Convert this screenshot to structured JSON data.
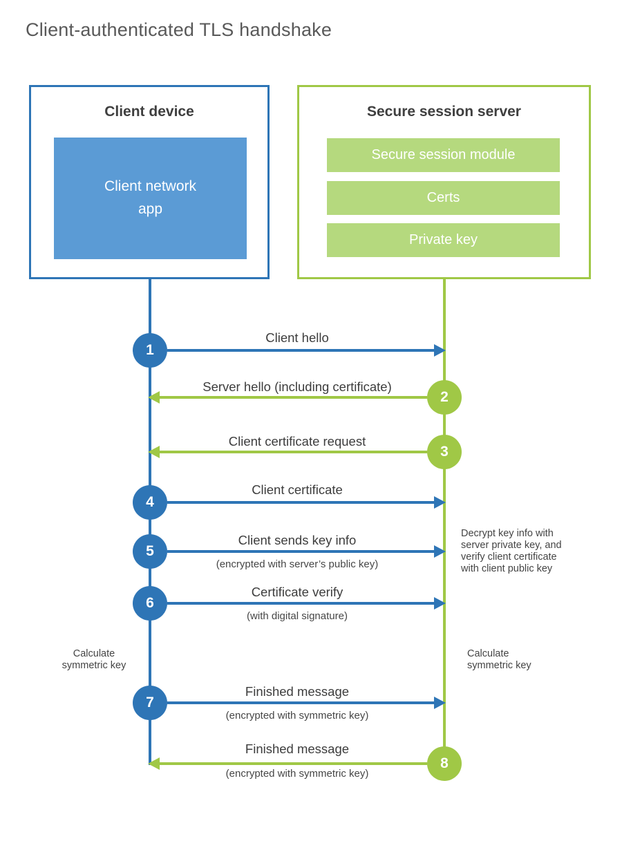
{
  "title": "Client-authenticated TLS handshake",
  "client": {
    "title": "Client device",
    "app_label": "Client network app"
  },
  "server": {
    "title": "Secure session server",
    "modules": [
      "Secure session module",
      "Certs",
      "Private key"
    ]
  },
  "messages": [
    {
      "step": "1",
      "from": "client",
      "to": "server",
      "label": "Client hello"
    },
    {
      "step": "2",
      "from": "server",
      "to": "client",
      "label": "Server hello (including certificate)"
    },
    {
      "step": "3",
      "from": "server",
      "to": "client",
      "label": "Client certificate request"
    },
    {
      "step": "4",
      "from": "client",
      "to": "server",
      "label": "Client certificate"
    },
    {
      "step": "5",
      "from": "client",
      "to": "server",
      "label": "Client sends key info",
      "sublabel": "(encrypted with server’s public key)"
    },
    {
      "step": "6",
      "from": "client",
      "to": "server",
      "label": "Certificate verify",
      "sublabel": "(with digital signature)"
    },
    {
      "step": "7",
      "from": "client",
      "to": "server",
      "label": "Finished message",
      "sublabel": "(encrypted with symmetric key)"
    },
    {
      "step": "8",
      "from": "server",
      "to": "client",
      "label": "Finished message",
      "sublabel": "(encrypted with symmetric key)"
    }
  ],
  "annotations": {
    "decrypt_note": "Decrypt key info with server private key, and verify client certificate with client public key",
    "calculate_left": "Calculate symmetric key",
    "calculate_right": "Calculate symmetric key"
  },
  "colors": {
    "blue": "#2e75b6",
    "blue_fill": "#5b9bd5",
    "green": "#a0c846",
    "green_fill": "#b5d97e",
    "title_gray": "#595959",
    "text_dark": "#3d3d3d"
  }
}
